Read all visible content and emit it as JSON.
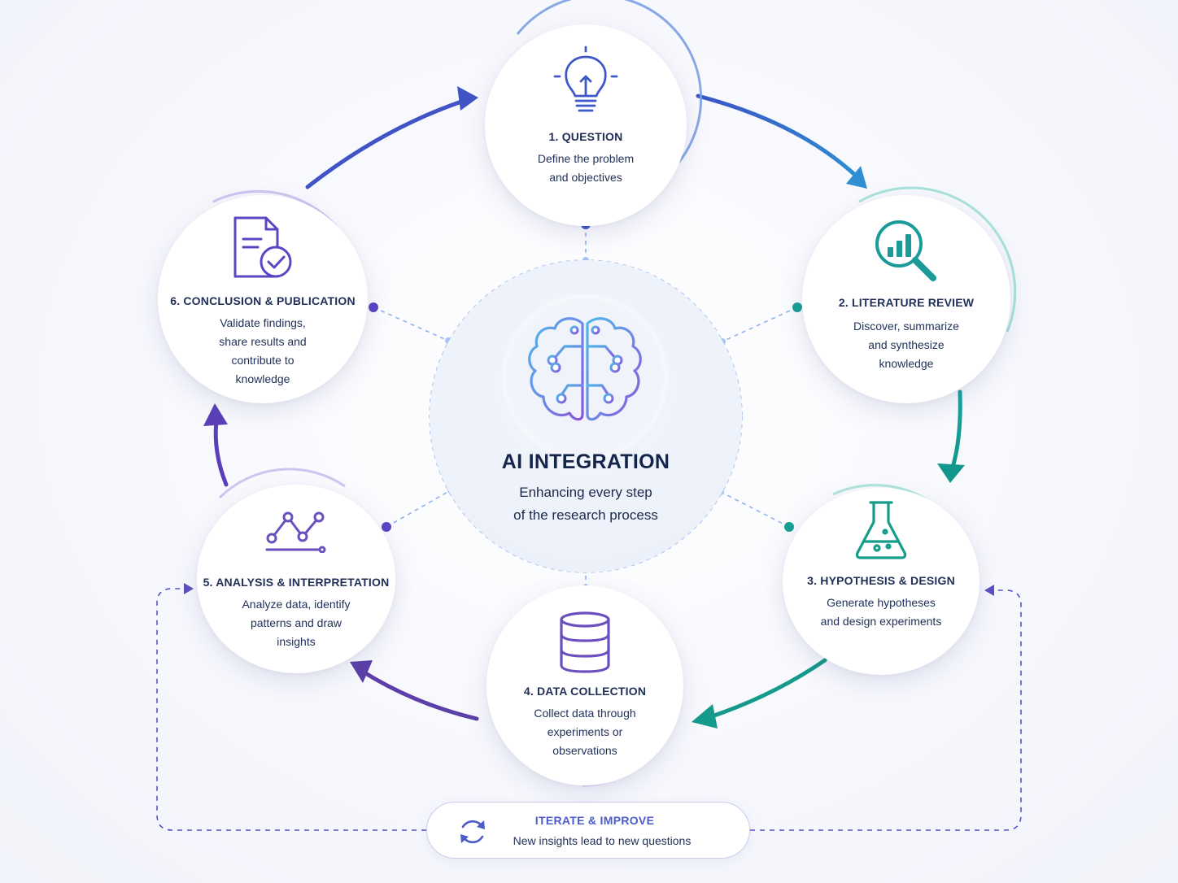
{
  "center": {
    "title": "AI INTEGRATION",
    "subtitle_line1": "Enhancing every step",
    "subtitle_line2": "of the research process",
    "icon": "brain-circuit-icon"
  },
  "steps": [
    {
      "title": "1. QUESTION",
      "desc": [
        "Define the problem",
        "and objectives"
      ],
      "icon": "lightbulb-icon",
      "color": "#4a63c9"
    },
    {
      "title": "2. LITERATURE REVIEW",
      "desc": [
        "Discover, summarize",
        "and synthesize",
        "knowledge"
      ],
      "icon": "magnifier-chart-icon",
      "color": "#1a9a98"
    },
    {
      "title": "3. HYPOTHESIS & DESIGN",
      "desc": [
        "Generate hypotheses",
        "and design experiments"
      ],
      "icon": "flask-icon",
      "color": "#169c8a"
    },
    {
      "title": "4. DATA COLLECTION",
      "desc": [
        "Collect data through",
        "experiments or",
        "observations"
      ],
      "icon": "database-icon",
      "color": "#6a4fbf"
    },
    {
      "title": "5. ANALYSIS & INTERPRETATION",
      "desc": [
        "Analyze data, identify",
        "patterns and draw",
        "insights"
      ],
      "icon": "line-chart-icon",
      "color": "#6a4fbf"
    },
    {
      "title": "6. CONCLUSION & PUBLICATION",
      "desc": [
        "Validate findings,",
        "share results and",
        "contribute to",
        "knowledge"
      ],
      "icon": "document-check-icon",
      "color": "#5b45c2"
    }
  ],
  "iterate": {
    "title": "ITERATE & IMPROVE",
    "subtitle": "New insights lead to new questions",
    "icon": "refresh-cycle-icon"
  },
  "colors": {
    "blue": "#3f58c8",
    "teal": "#169c8a",
    "purple": "#5b45c2",
    "dashed": "#8fb2ea"
  }
}
